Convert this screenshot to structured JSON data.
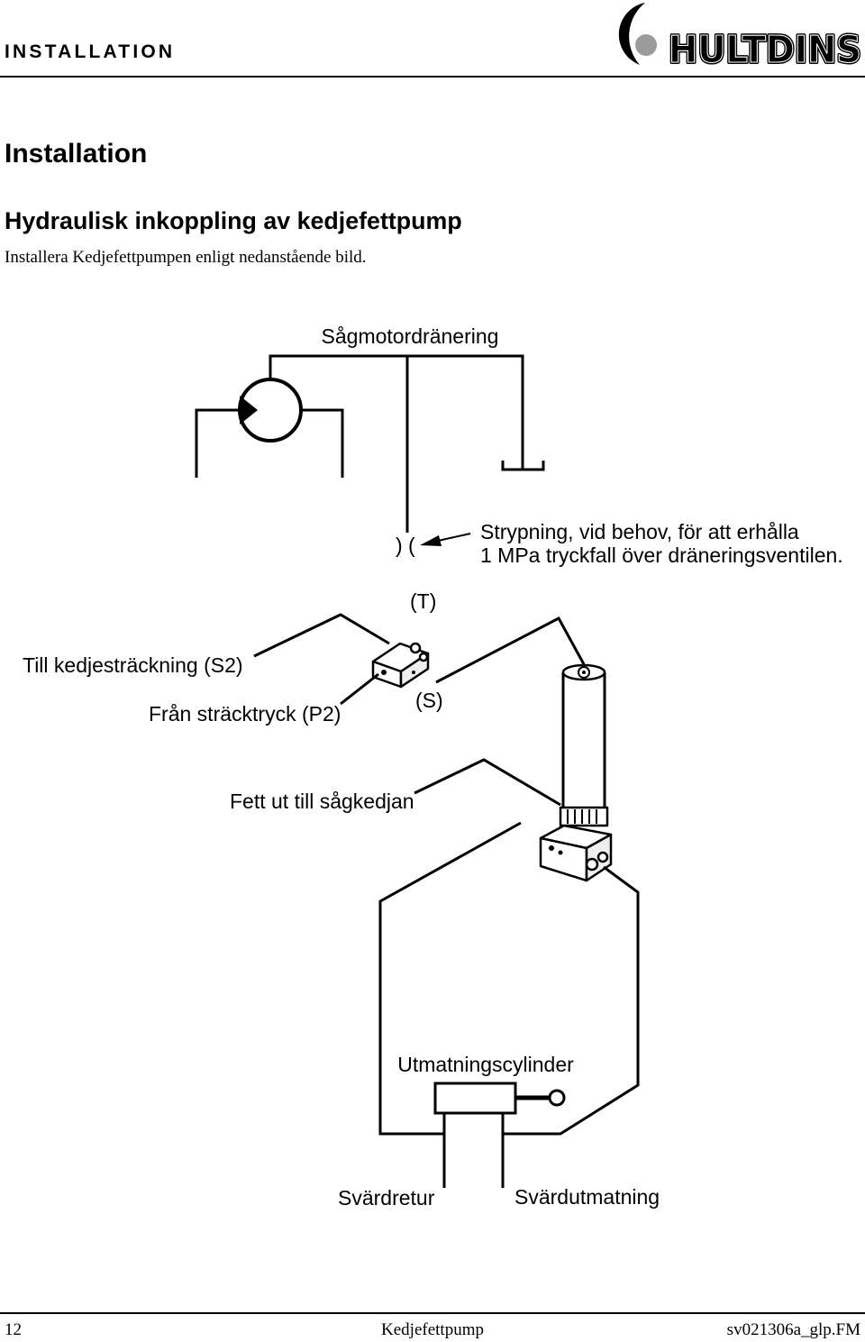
{
  "header": {
    "section_label": "INSTALLATION",
    "logo_text": "HULTDINS"
  },
  "content": {
    "title": "Installation",
    "subtitle": "Hydraulisk inkoppling av kedjefettpump",
    "intro": "Installera Kedjefettpumpen enligt nedanstående bild."
  },
  "diagram": {
    "saw_motor_drain": "Sågmotordränering",
    "restriction_symbol": ") (",
    "restriction_note_line1": "Strypning, vid behov, för att erhålla",
    "restriction_note_line2": "1 MPa tryckfall över dräneringsventilen.",
    "port_t": "(T)",
    "to_chain_tension": "Till kedjesträckning (S2)",
    "from_tension_pressure": "Från sträcktryck (P2)",
    "port_s": "(S)",
    "grease_out": "Fett ut till sågkedjan",
    "output_cylinder": "Utmatningscylinder",
    "bar_return": "Svärdretur",
    "bar_output": "Svärdutmatning"
  },
  "footer": {
    "page_number": "12",
    "document_title": "Kedjefettpump",
    "file_name": "sv021306a_glp.FM"
  },
  "colors": {
    "text": "#000000",
    "logo_gray": "#9b9b9b"
  }
}
